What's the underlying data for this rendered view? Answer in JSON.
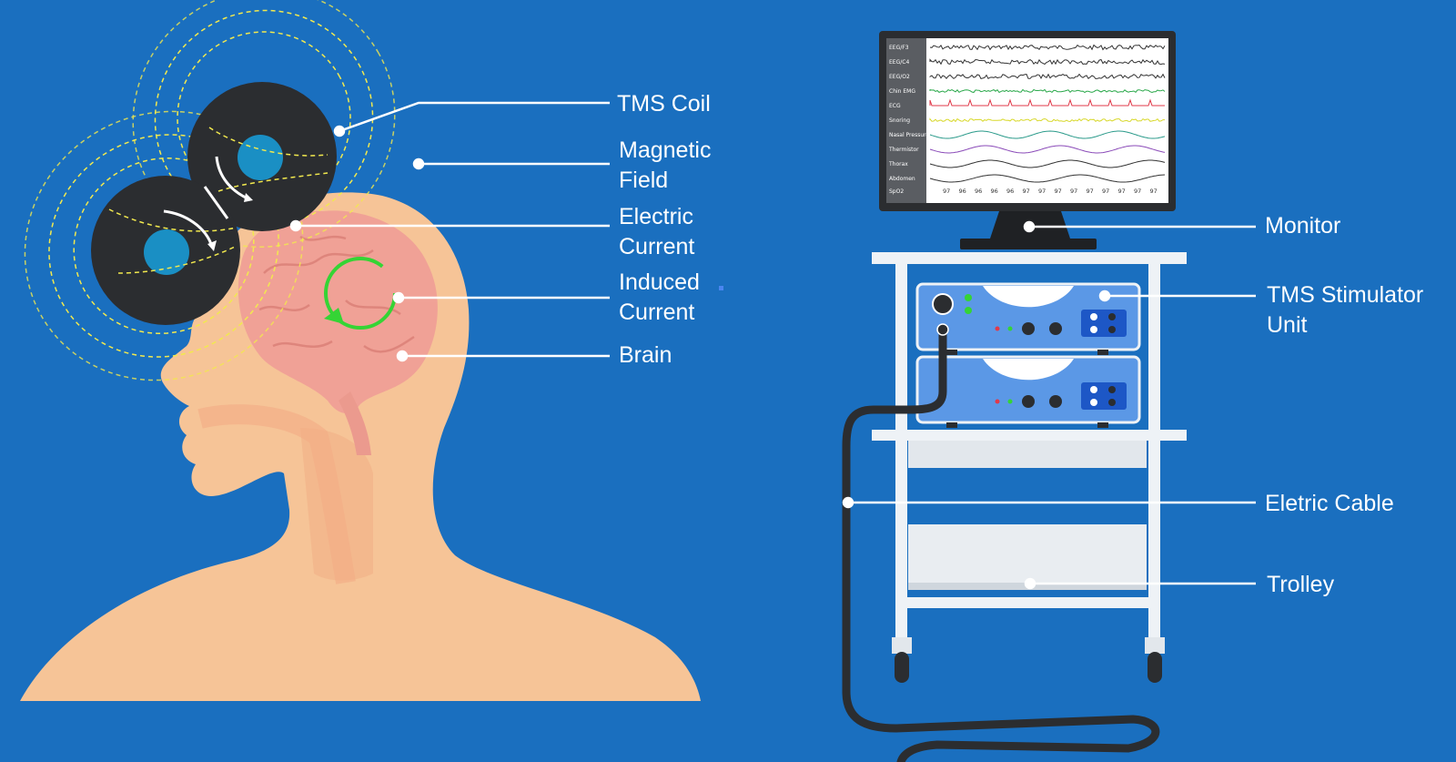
{
  "colors": {
    "background": "#1a6fbf",
    "skin": "#f6c497",
    "brain": "#f0a196",
    "coil": "#2b2d30",
    "field_lines": "#f2e94e",
    "induced_current": "#35d435",
    "leader_lines": "#ffffff",
    "device_blue": "#5b98e6",
    "trolley_frame": "#eef2f6",
    "cable": "#2b2d30"
  },
  "labels": {
    "tms_coil": "TMS Coil",
    "magnetic_field": [
      "Magnetic",
      "Field"
    ],
    "electric_current": [
      "Electric",
      "Current"
    ],
    "induced_current": [
      "Induced",
      "Current"
    ],
    "brain": "Brain",
    "monitor": "Monitor",
    "tms_stimulator_unit": [
      "TMS Stimulator",
      "Unit"
    ],
    "electric_cable": "Eletric Cable",
    "trolley": "Trolley"
  },
  "monitor_screen": {
    "channels": [
      {
        "name": "EEG/F3",
        "color": "#333333"
      },
      {
        "name": "EEG/C4",
        "color": "#333333"
      },
      {
        "name": "EEG/O2",
        "color": "#333333"
      },
      {
        "name": "Chin EMG",
        "color": "#2aa84a"
      },
      {
        "name": "ECG",
        "color": "#e03a4a"
      },
      {
        "name": "Snoring",
        "color": "#d8d82a"
      },
      {
        "name": "Nasal Pressure",
        "color": "#2a9a8a"
      },
      {
        "name": "Thermistor",
        "color": "#8a4ab8"
      },
      {
        "name": "Thorax",
        "color": "#333333"
      },
      {
        "name": "Abdomen",
        "color": "#333333"
      }
    ],
    "spo2_label": "SpO2",
    "spo2_values": [
      "97",
      "96",
      "96",
      "96",
      "96",
      "97",
      "97",
      "97",
      "97",
      "97",
      "97",
      "97",
      "97",
      "97"
    ]
  }
}
